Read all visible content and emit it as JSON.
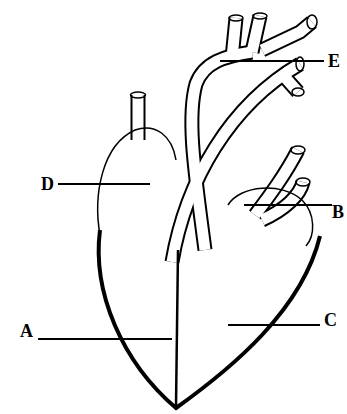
{
  "diagram": {
    "labels": [
      "E",
      "D",
      "B",
      "A",
      "C"
    ]
  }
}
